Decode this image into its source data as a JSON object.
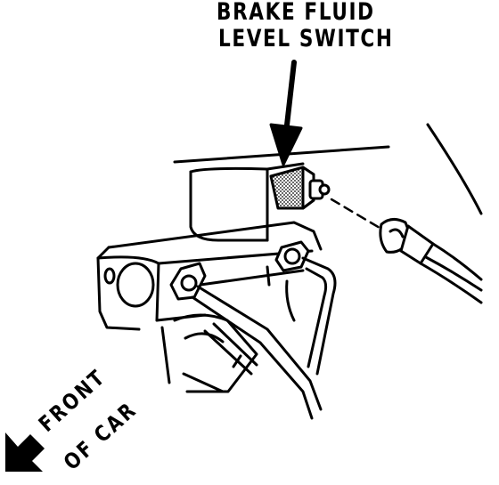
{
  "callout": {
    "line1": "BRAKE FLUID",
    "line2": "LEVEL SWITCH"
  },
  "direction": {
    "line1": "FRONT",
    "line2": "OF CAR"
  },
  "colors": {
    "ink": "#000000",
    "paper": "#ffffff",
    "switch_shade": "#9a9a9a"
  }
}
